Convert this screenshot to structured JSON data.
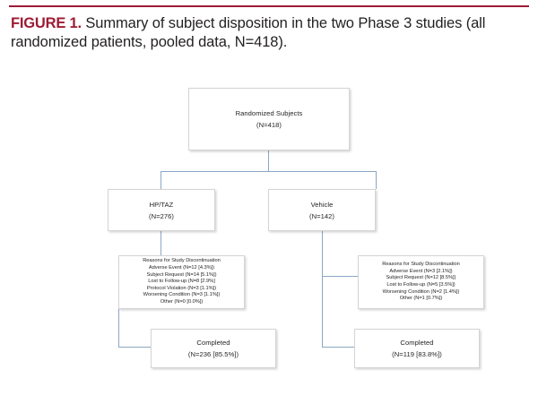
{
  "caption": {
    "figure_label": "FIGURE 1.",
    "text": " Summary of subject disposition in the two Phase 3 studies (all randomized patients, pooled data, N=418).",
    "accent_color": "#9E1B34"
  },
  "flowchart": {
    "type": "flowchart",
    "line_color": "#8AA7C4",
    "box_border_color": "#D4D4D4",
    "nodes": {
      "randomized": {
        "title": "Randomized Subjects",
        "count": "(N=418)"
      },
      "hptaz": {
        "title": "HP/TAZ",
        "count": "(N=276)"
      },
      "vehicle": {
        "title": "Vehicle",
        "count": "(N=142)"
      },
      "hptaz_reasons": {
        "heading": "Reasons for Study Discontinuation",
        "items": [
          "Adverse Event (N=12 [4.3%])",
          "Subject Request (N=14 [5.1%])",
          "Lost to Follow-up (N=8 [2.9%]",
          "Protocol Violation (N=3 [1.1%])",
          "Worsening Condition (N=3 [1.1%])",
          "Other (N=0 [0.0%])"
        ]
      },
      "vehicle_reasons": {
        "heading": "Reasons for Study Discontinuation",
        "items": [
          "Adverse Event (N=3 [2.1%])",
          "Subject Request (N=12 [8.5%])",
          "Lost to Follow-up (N=5 [3.5%])",
          "Worsening Condition (N=2 [1.4%])",
          "Other (N=1 [0.7%])"
        ]
      },
      "hptaz_completed": {
        "title": "Completed",
        "count": "(N=236 [85.5%])"
      },
      "vehicle_completed": {
        "title": "Completed",
        "count": "(N=119 [83.8%])"
      }
    }
  }
}
